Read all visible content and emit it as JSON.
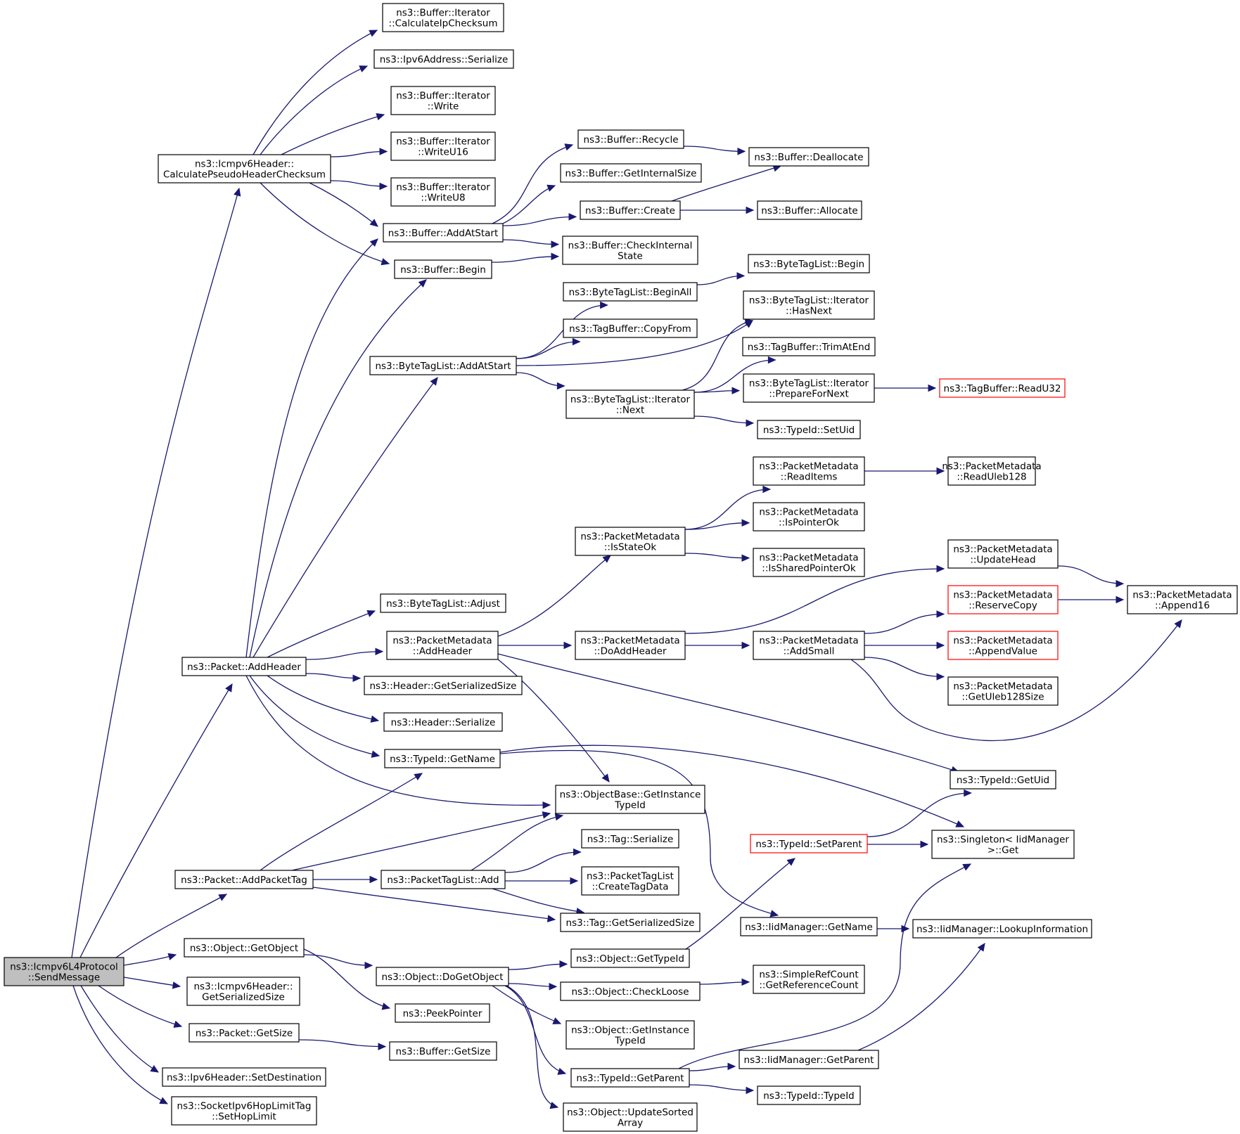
{
  "graph": {
    "root": "SendMessage",
    "colors": {
      "edge": "#191970",
      "node_border": "#000000",
      "truncated_border": "#ff0000",
      "root_fill": "#bfbfbf"
    },
    "nodes": [
      {
        "id": "SendMessage",
        "lines": [
          "ns3::Icmpv6L4Protocol",
          "::SendMessage"
        ],
        "style": "root"
      },
      {
        "id": "CalcPseudo",
        "lines": [
          "ns3::Icmpv6Header::",
          "CalculatePseudoHeaderChecksum"
        ]
      },
      {
        "id": "IterCalcIp",
        "lines": [
          "ns3::Buffer::Iterator",
          "::CalculateIpChecksum"
        ]
      },
      {
        "id": "Ipv6AddrSer",
        "lines": [
          "ns3::Ipv6Address::Serialize"
        ]
      },
      {
        "id": "IterWrite",
        "lines": [
          "ns3::Buffer::Iterator",
          "::Write"
        ]
      },
      {
        "id": "IterWriteU16",
        "lines": [
          "ns3::Buffer::Iterator",
          "::WriteU16"
        ]
      },
      {
        "id": "IterWriteU8",
        "lines": [
          "ns3::Buffer::Iterator",
          "::WriteU8"
        ]
      },
      {
        "id": "BufAddAtStart",
        "lines": [
          "ns3::Buffer::AddAtStart"
        ]
      },
      {
        "id": "BufBegin",
        "lines": [
          "ns3::Buffer::Begin"
        ]
      },
      {
        "id": "BufRecycle",
        "lines": [
          "ns3::Buffer::Recycle"
        ]
      },
      {
        "id": "BufGetIntSize",
        "lines": [
          "ns3::Buffer::GetInternalSize"
        ]
      },
      {
        "id": "BufCreate",
        "lines": [
          "ns3::Buffer::Create"
        ]
      },
      {
        "id": "BufDealloc",
        "lines": [
          "ns3::Buffer::Deallocate"
        ]
      },
      {
        "id": "BufAlloc",
        "lines": [
          "ns3::Buffer::Allocate"
        ]
      },
      {
        "id": "BufCheckInt",
        "lines": [
          "ns3::Buffer::CheckInternal",
          "State"
        ]
      },
      {
        "id": "BTLBeginAll",
        "lines": [
          "ns3::ByteTagList::BeginAll"
        ]
      },
      {
        "id": "BTLBegin",
        "lines": [
          "ns3::ByteTagList::Begin"
        ]
      },
      {
        "id": "TBCopyFrom",
        "lines": [
          "ns3::TagBuffer::CopyFrom"
        ]
      },
      {
        "id": "BTLIterHasNext",
        "lines": [
          "ns3::ByteTagList::Iterator",
          "::HasNext"
        ]
      },
      {
        "id": "BTLAddAtStart",
        "lines": [
          "ns3::ByteTagList::AddAtStart"
        ]
      },
      {
        "id": "TBTrimAtEnd",
        "lines": [
          "ns3::TagBuffer::TrimAtEnd"
        ]
      },
      {
        "id": "BTLIterNext",
        "lines": [
          "ns3::ByteTagList::Iterator",
          "::Next"
        ]
      },
      {
        "id": "BTLIterPrep",
        "lines": [
          "ns3::ByteTagList::Iterator",
          "::PrepareForNext"
        ]
      },
      {
        "id": "TBReadU32",
        "lines": [
          "ns3::TagBuffer::ReadU32"
        ],
        "style": "red"
      },
      {
        "id": "TypeIdSetUid",
        "lines": [
          "ns3::TypeId::SetUid"
        ]
      },
      {
        "id": "PMReadItems",
        "lines": [
          "ns3::PacketMetadata",
          "::ReadItems"
        ]
      },
      {
        "id": "PMReadUleb",
        "lines": [
          "ns3::PacketMetadata",
          "::ReadUleb128"
        ]
      },
      {
        "id": "PMIsPtrOk",
        "lines": [
          "ns3::PacketMetadata",
          "::IsPointerOk"
        ]
      },
      {
        "id": "PMIsStateOk",
        "lines": [
          "ns3::PacketMetadata",
          "::IsStateOk"
        ]
      },
      {
        "id": "PMIsSharedPtrOk",
        "lines": [
          "ns3::PacketMetadata",
          "::IsSharedPointerOk"
        ]
      },
      {
        "id": "PMUpdateHead",
        "lines": [
          "ns3::PacketMetadata",
          "::UpdateHead"
        ]
      },
      {
        "id": "PMReserveCopy",
        "lines": [
          "ns3::PacketMetadata",
          "::ReserveCopy"
        ],
        "style": "red"
      },
      {
        "id": "PMAppend16",
        "lines": [
          "ns3::PacketMetadata",
          "::Append16"
        ]
      },
      {
        "id": "BTLAdjust",
        "lines": [
          "ns3::ByteTagList::Adjust"
        ]
      },
      {
        "id": "PMAddHeader",
        "lines": [
          "ns3::PacketMetadata",
          "::AddHeader"
        ]
      },
      {
        "id": "PMDoAddHeader",
        "lines": [
          "ns3::PacketMetadata",
          "::DoAddHeader"
        ]
      },
      {
        "id": "PMAddSmall",
        "lines": [
          "ns3::PacketMetadata",
          "::AddSmall"
        ]
      },
      {
        "id": "PMAppendValue",
        "lines": [
          "ns3::PacketMetadata",
          "::AppendValue"
        ],
        "style": "red"
      },
      {
        "id": "PktAddHeader",
        "lines": [
          "ns3::Packet::AddHeader"
        ]
      },
      {
        "id": "HdrGetSerSize",
        "lines": [
          "ns3::Header::GetSerializedSize"
        ]
      },
      {
        "id": "PMGetUlebSize",
        "lines": [
          "ns3::PacketMetadata",
          "::GetUleb128Size"
        ]
      },
      {
        "id": "HdrSerialize",
        "lines": [
          "ns3::Header::Serialize"
        ]
      },
      {
        "id": "TypeIdGetName",
        "lines": [
          "ns3::TypeId::GetName"
        ]
      },
      {
        "id": "TypeIdGetUid",
        "lines": [
          "ns3::TypeId::GetUid"
        ]
      },
      {
        "id": "OBGetInstTid",
        "lines": [
          "ns3::ObjectBase::GetInstance",
          "TypeId"
        ]
      },
      {
        "id": "TypeIdSetParent",
        "lines": [
          "ns3::TypeId::SetParent"
        ],
        "style": "red"
      },
      {
        "id": "SingletonGet",
        "lines": [
          "ns3::Singleton< IidManager",
          ">::Get"
        ]
      },
      {
        "id": "TagSerialize",
        "lines": [
          "ns3::Tag::Serialize"
        ]
      },
      {
        "id": "PktAddPacketTag",
        "lines": [
          "ns3::Packet::AddPacketTag"
        ]
      },
      {
        "id": "PTLAdd",
        "lines": [
          "ns3::PacketTagList::Add"
        ]
      },
      {
        "id": "PTLCreateTagData",
        "lines": [
          "ns3::PacketTagList",
          "::CreateTagData"
        ]
      },
      {
        "id": "TagGetSerSize",
        "lines": [
          "ns3::Tag::GetSerializedSize"
        ]
      },
      {
        "id": "IidGetName",
        "lines": [
          "ns3::IidManager::GetName"
        ]
      },
      {
        "id": "IidLookup",
        "lines": [
          "ns3::IidManager::LookupInformation"
        ]
      },
      {
        "id": "ObjGetObject",
        "lines": [
          "ns3::Object::GetObject"
        ]
      },
      {
        "id": "ObjGetTypeId",
        "lines": [
          "ns3::Object::GetTypeId"
        ]
      },
      {
        "id": "ObjDoGetObject",
        "lines": [
          "ns3::Object::DoGetObject"
        ]
      },
      {
        "id": "SRCGetRefCount",
        "lines": [
          "ns3::SimpleRefCount",
          "::GetReferenceCount"
        ]
      },
      {
        "id": "Icmpv6GetSerSize",
        "lines": [
          "ns3::Icmpv6Header::",
          "GetSerializedSize"
        ]
      },
      {
        "id": "ObjCheckLoose",
        "lines": [
          "ns3::Object::CheckLoose"
        ]
      },
      {
        "id": "PeekPointer",
        "lines": [
          "ns3::PeekPointer"
        ]
      },
      {
        "id": "PktGetSize",
        "lines": [
          "ns3::Packet::GetSize"
        ]
      },
      {
        "id": "ObjGetInstTid",
        "lines": [
          "ns3::Object::GetInstance",
          "TypeId"
        ]
      },
      {
        "id": "BufGetSize",
        "lines": [
          "ns3::Buffer::GetSize"
        ]
      },
      {
        "id": "IidGetParent",
        "lines": [
          "ns3::IidManager::GetParent"
        ]
      },
      {
        "id": "Ipv6SetDest",
        "lines": [
          "ns3::Ipv6Header::SetDestination"
        ]
      },
      {
        "id": "TypeIdGetParent",
        "lines": [
          "ns3::TypeId::GetParent"
        ]
      },
      {
        "id": "TypeIdTypeId",
        "lines": [
          "ns3::TypeId::TypeId"
        ]
      },
      {
        "id": "SockSetHopLimit",
        "lines": [
          "ns3::SocketIpv6HopLimitTag",
          "::SetHopLimit"
        ]
      },
      {
        "id": "ObjUpdateSorted",
        "lines": [
          "ns3::Object::UpdateSorted",
          "Array"
        ]
      }
    ],
    "edges": [
      [
        "SendMessage",
        "CalcPseudo"
      ],
      [
        "SendMessage",
        "PktAddHeader"
      ],
      [
        "SendMessage",
        "PktAddPacketTag"
      ],
      [
        "SendMessage",
        "ObjGetObject"
      ],
      [
        "SendMessage",
        "Icmpv6GetSerSize"
      ],
      [
        "SendMessage",
        "PktGetSize"
      ],
      [
        "SendMessage",
        "Ipv6SetDest"
      ],
      [
        "SendMessage",
        "SockSetHopLimit"
      ],
      [
        "CalcPseudo",
        "IterCalcIp"
      ],
      [
        "CalcPseudo",
        "Ipv6AddrSer"
      ],
      [
        "CalcPseudo",
        "IterWrite"
      ],
      [
        "CalcPseudo",
        "IterWriteU16"
      ],
      [
        "CalcPseudo",
        "IterWriteU8"
      ],
      [
        "CalcPseudo",
        "BufAddAtStart"
      ],
      [
        "CalcPseudo",
        "BufBegin"
      ],
      [
        "BufAddAtStart",
        "BufRecycle"
      ],
      [
        "BufAddAtStart",
        "BufGetIntSize"
      ],
      [
        "BufAddAtStart",
        "BufCreate"
      ],
      [
        "BufAddAtStart",
        "BufCheckInt"
      ],
      [
        "BufRecycle",
        "BufDealloc"
      ],
      [
        "BufCreate",
        "BufDealloc"
      ],
      [
        "BufCreate",
        "BufAlloc"
      ],
      [
        "BufBegin",
        "BufCheckInt"
      ],
      [
        "PktAddHeader",
        "BufAddAtStart"
      ],
      [
        "PktAddHeader",
        "BufBegin"
      ],
      [
        "PktAddHeader",
        "BTLAddAtStart"
      ],
      [
        "PktAddHeader",
        "BTLAdjust"
      ],
      [
        "PktAddHeader",
        "PMAddHeader"
      ],
      [
        "PktAddHeader",
        "HdrGetSerSize"
      ],
      [
        "PktAddHeader",
        "HdrSerialize"
      ],
      [
        "PktAddHeader",
        "TypeIdGetName"
      ],
      [
        "PktAddHeader",
        "OBGetInstTid"
      ],
      [
        "BTLAddAtStart",
        "BTLBeginAll"
      ],
      [
        "BTLAddAtStart",
        "TBCopyFrom"
      ],
      [
        "BTLAddAtStart",
        "BTLIterHasNext"
      ],
      [
        "BTLAddAtStart",
        "BTLIterNext"
      ],
      [
        "BTLBeginAll",
        "BTLBegin"
      ],
      [
        "BTLIterNext",
        "BTLIterHasNext"
      ],
      [
        "BTLIterNext",
        "TBTrimAtEnd"
      ],
      [
        "BTLIterNext",
        "BTLIterPrep"
      ],
      [
        "BTLIterNext",
        "TypeIdSetUid"
      ],
      [
        "BTLIterPrep",
        "TBReadU32"
      ],
      [
        "PMAddHeader",
        "PMIsStateOk"
      ],
      [
        "PMAddHeader",
        "PMDoAddHeader"
      ],
      [
        "PMAddHeader",
        "OBGetInstTid"
      ],
      [
        "PMAddHeader",
        "TypeIdGetUid"
      ],
      [
        "PMIsStateOk",
        "PMReadItems"
      ],
      [
        "PMIsStateOk",
        "PMIsPtrOk"
      ],
      [
        "PMIsStateOk",
        "PMIsSharedPtrOk"
      ],
      [
        "PMReadItems",
        "PMReadUleb"
      ],
      [
        "PMDoAddHeader",
        "PMUpdateHead"
      ],
      [
        "PMDoAddHeader",
        "PMAddSmall"
      ],
      [
        "PMUpdateHead",
        "PMAppend16"
      ],
      [
        "PMReserveCopy",
        "PMAppend16"
      ],
      [
        "PMAddSmall",
        "PMReserveCopy"
      ],
      [
        "PMAddSmall",
        "PMAppendValue"
      ],
      [
        "PMAddSmall",
        "PMGetUlebSize"
      ],
      [
        "PMAddSmall",
        "PMAppend16"
      ],
      [
        "TypeIdGetName",
        "SingletonGet"
      ],
      [
        "TypeIdGetName",
        "IidGetName"
      ],
      [
        "TypeIdSetParent",
        "TypeIdGetUid"
      ],
      [
        "TypeIdSetParent",
        "SingletonGet"
      ],
      [
        "PktAddPacketTag",
        "TypeIdGetName"
      ],
      [
        "PktAddPacketTag",
        "OBGetInstTid"
      ],
      [
        "PktAddPacketTag",
        "PTLAdd"
      ],
      [
        "PktAddPacketTag",
        "TagGetSerSize"
      ],
      [
        "PTLAdd",
        "OBGetInstTid"
      ],
      [
        "PTLAdd",
        "TagSerialize"
      ],
      [
        "PTLAdd",
        "PTLCreateTagData"
      ],
      [
        "PTLAdd",
        "TagGetSerSize"
      ],
      [
        "IidGetName",
        "IidLookup"
      ],
      [
        "ObjGetObject",
        "ObjDoGetObject"
      ],
      [
        "ObjGetObject",
        "PeekPointer"
      ],
      [
        "ObjDoGetObject",
        "ObjGetTypeId"
      ],
      [
        "ObjDoGetObject",
        "ObjCheckLoose"
      ],
      [
        "ObjDoGetObject",
        "ObjGetInstTid"
      ],
      [
        "ObjDoGetObject",
        "TypeIdGetParent"
      ],
      [
        "ObjDoGetObject",
        "ObjUpdateSorted"
      ],
      [
        "ObjGetTypeId",
        "TypeIdSetParent"
      ],
      [
        "ObjCheckLoose",
        "SRCGetRefCount"
      ],
      [
        "PktGetSize",
        "BufGetSize"
      ],
      [
        "TypeIdGetParent",
        "SingletonGet"
      ],
      [
        "TypeIdGetParent",
        "IidGetParent"
      ],
      [
        "TypeIdGetParent",
        "TypeIdTypeId"
      ],
      [
        "IidGetParent",
        "IidLookup"
      ]
    ]
  }
}
